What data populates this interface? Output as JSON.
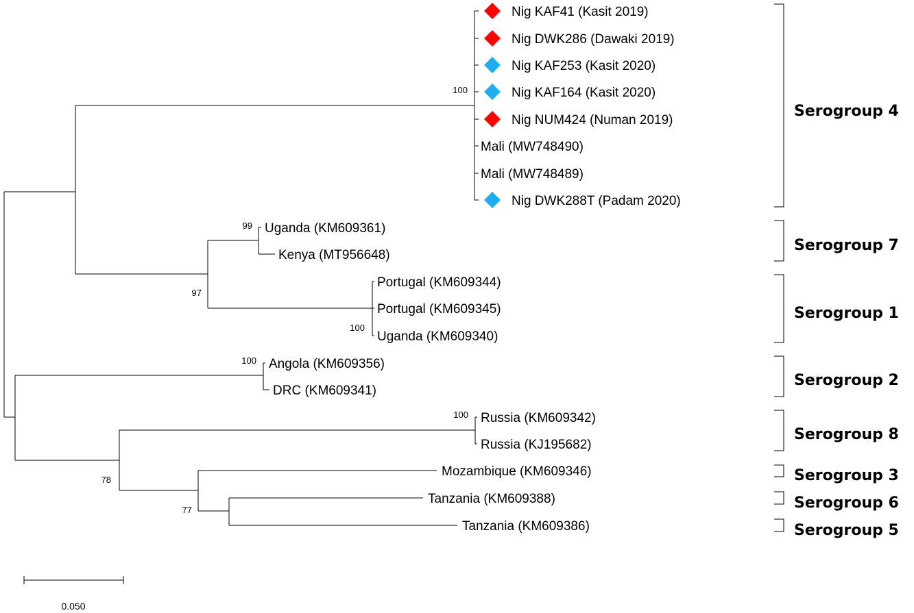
{
  "colors": {
    "year_2019_marker": "#ff0000",
    "year_2020_marker": "#1eaef0",
    "line": "#000000"
  },
  "taxa": {
    "t1": "Nig KAF41 (Kasit 2019)",
    "t2": "Nig DWK286 (Dawaki 2019)",
    "t3": "Nig KAF253 (Kasit 2020)",
    "t4": "Nig KAF164 (Kasit 2020)",
    "t5": "Nig NUM424 (Numan 2019)",
    "t6": "Mali (MW748490)",
    "t7": "Mali (MW748489)",
    "t8": "Nig DWK288T (Padam 2020)",
    "t9": "Uganda (KM609361)",
    "t10": "Kenya (MT956648)",
    "t11": "Portugal (KM609344)",
    "t12": "Portugal (KM609345)",
    "t13": "Uganda (KM609340)",
    "t14": "Angola (KM609356)",
    "t15": "DRC (KM609341)",
    "t16": "Russia (KM609342)",
    "t17": "Russia (KJ195682)",
    "t18": "Mozambique (KM609346)",
    "t19": "Tanzania (KM609388)",
    "t20": "Tanzania (KM609386)"
  },
  "markers": {
    "t1": "diamond-red",
    "t2": "diamond-red",
    "t3": "diamond-blue",
    "t4": "diamond-blue",
    "t5": "diamond-red",
    "t8": "diamond-blue"
  },
  "bootstrap": {
    "b_sg4": "100",
    "b_uganda_kenya": "99",
    "b_sg7_sg1": "97",
    "b_sg1": "100",
    "b_sg2": "100",
    "b_sg8": "100",
    "b_sg8_rest": "78",
    "b_sg3_rest": "77"
  },
  "groups": {
    "g4": "Serogroup 4",
    "g7": "Serogroup 7",
    "g1": "Serogroup 1",
    "g2": "Serogroup 2",
    "g8": "Serogroup 8",
    "g3": "Serogroup 3",
    "g6": "Serogroup 6",
    "g5": "Serogroup 5"
  },
  "scale_bar": {
    "label": "0.050"
  }
}
